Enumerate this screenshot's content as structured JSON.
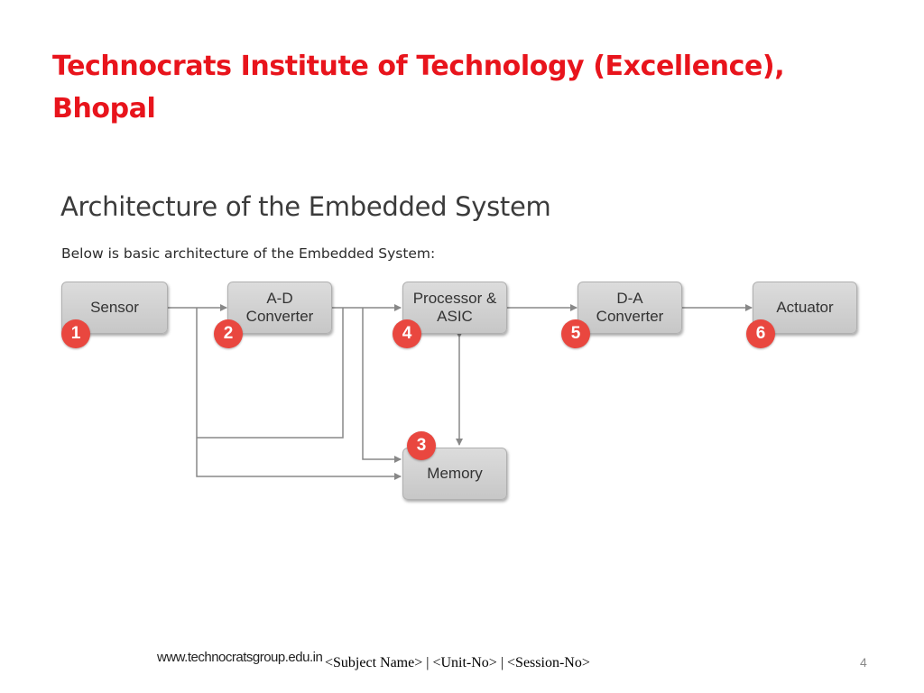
{
  "slide": {
    "title_line1": "Technocrats Institute of Technology (Excellence),",
    "title_line2": "Bhopal"
  },
  "diagram": {
    "heading": "Architecture of the Embedded System",
    "subheading": "Below is basic architecture of the Embedded System:",
    "blocks": [
      {
        "id": "sensor",
        "label": "Sensor",
        "number": "1"
      },
      {
        "id": "ad-converter",
        "label": "A-D\nConverter",
        "number": "2"
      },
      {
        "id": "processor",
        "label": "Processor &\nASIC",
        "number": "4"
      },
      {
        "id": "da-converter",
        "label": "D-A\nConverter",
        "number": "5"
      },
      {
        "id": "actuator",
        "label": "Actuator",
        "number": "6"
      },
      {
        "id": "memory",
        "label": "Memory",
        "number": "3"
      }
    ],
    "colors": {
      "badge": "#e9473f",
      "block_fill": "#d2d2d2",
      "connector": "#888888",
      "title": "#e8141c"
    }
  },
  "footer": {
    "url": "www.technocratsgroup.edu.in",
    "session": "<Subject Name> | <Unit-No> | <Session-No>",
    "page_number": "4"
  }
}
